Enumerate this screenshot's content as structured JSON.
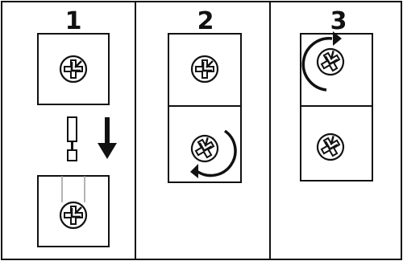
{
  "steps": [
    {
      "number": "1"
    },
    {
      "number": "2"
    },
    {
      "number": "3"
    }
  ],
  "colors": {
    "stroke": "#111111",
    "background": "#ffffff",
    "pin_line": "#9a9a9a"
  },
  "icons": [
    "screw-head-icon",
    "down-arrow-icon",
    "rotation-arrow-ccw-icon",
    "rotation-arrow-cw-icon",
    "locking-pin-icon"
  ]
}
